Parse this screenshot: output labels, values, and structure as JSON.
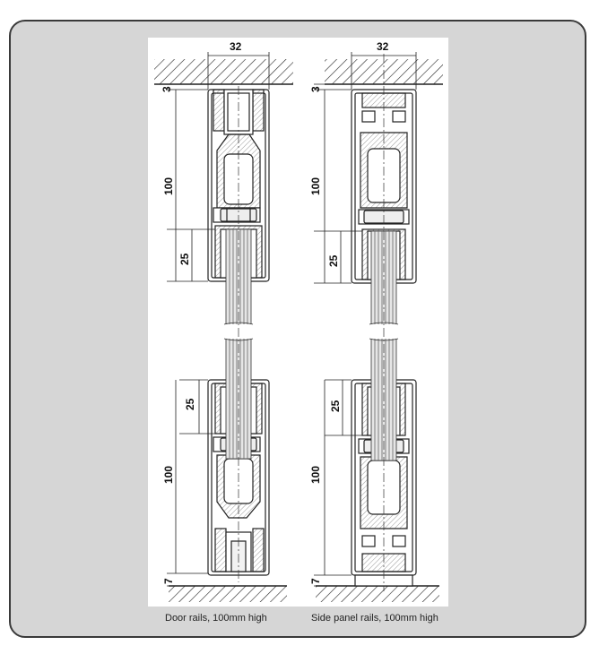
{
  "captions": {
    "left": "Door rails, 100mm high",
    "right": "Side panel rails, 100mm high"
  },
  "dimensions": {
    "width": "32",
    "top_gap": "3",
    "rail_height": "100",
    "glass_depth": "25",
    "bottom_gap": "7"
  },
  "colors": {
    "frame_bg": "#d6d6d6",
    "frame_border": "#3a3a3a",
    "line": "#222222"
  }
}
